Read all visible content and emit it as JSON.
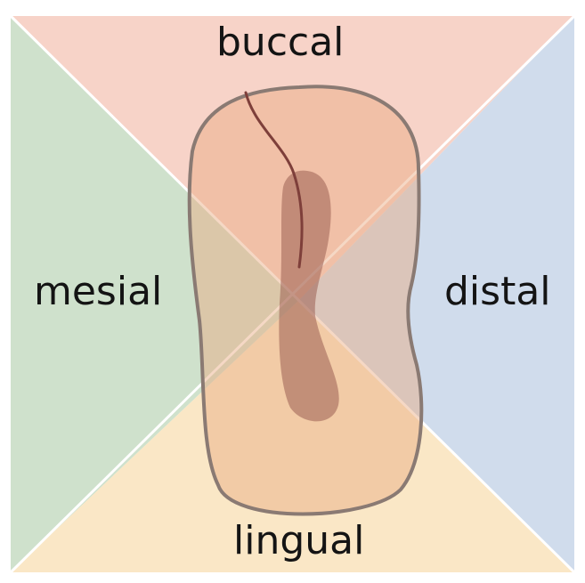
{
  "labels": {
    "buccal": "buccal",
    "mesial": "mesial",
    "distal": "distal",
    "lingual": "lingual"
  },
  "colors": {
    "buccal_region": "#f7d3c8",
    "mesial_region": "#cfe1cc",
    "distal_region": "#d0dcec",
    "lingual_region": "#fae7c6",
    "divider": "#ffffff",
    "tooth_fill": "#e8a97f",
    "tooth_outline": "#8a7a73",
    "canal": "#9b5f52",
    "crack": "#7e3f3a"
  }
}
